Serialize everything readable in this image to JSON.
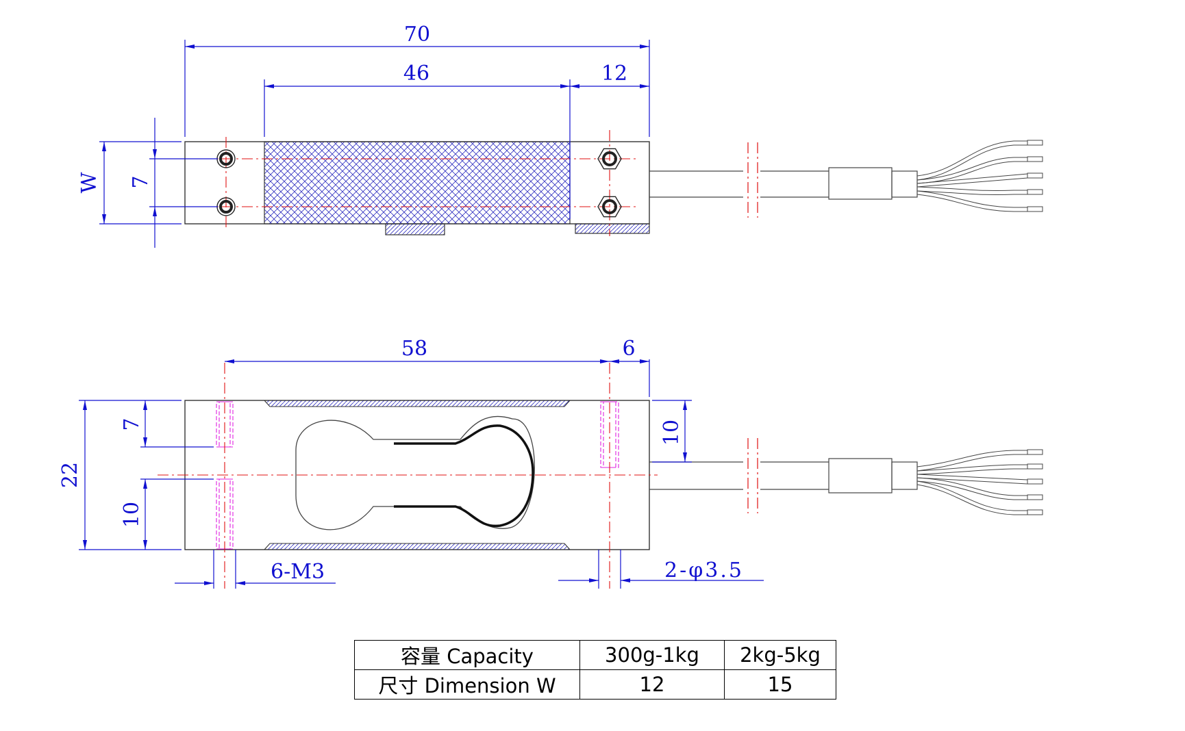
{
  "drawing": {
    "top_view": {
      "overall_length": "70",
      "gauge_length": "46",
      "end_length": "12",
      "width_label": "W",
      "hole_spacing": "7"
    },
    "side_view": {
      "hole_span": "58",
      "end_offset": "6",
      "height": "22",
      "upper_offset": "7",
      "lower_offset": "10",
      "cable_offset": "10",
      "thread_callout": "6-M3",
      "hole_callout": "2-φ3.5"
    },
    "colors": {
      "outline": "#333333",
      "dimension": "#1010d0",
      "centerline": "#e01010",
      "hidden": "#e020e0",
      "hatch": "#3030c0"
    }
  },
  "spec_table": {
    "headers": [
      "容量 Capacity",
      "300g-1kg",
      "2kg-5kg"
    ],
    "rows": [
      [
        "尺寸 Dimension W",
        "12",
        "15"
      ]
    ]
  }
}
